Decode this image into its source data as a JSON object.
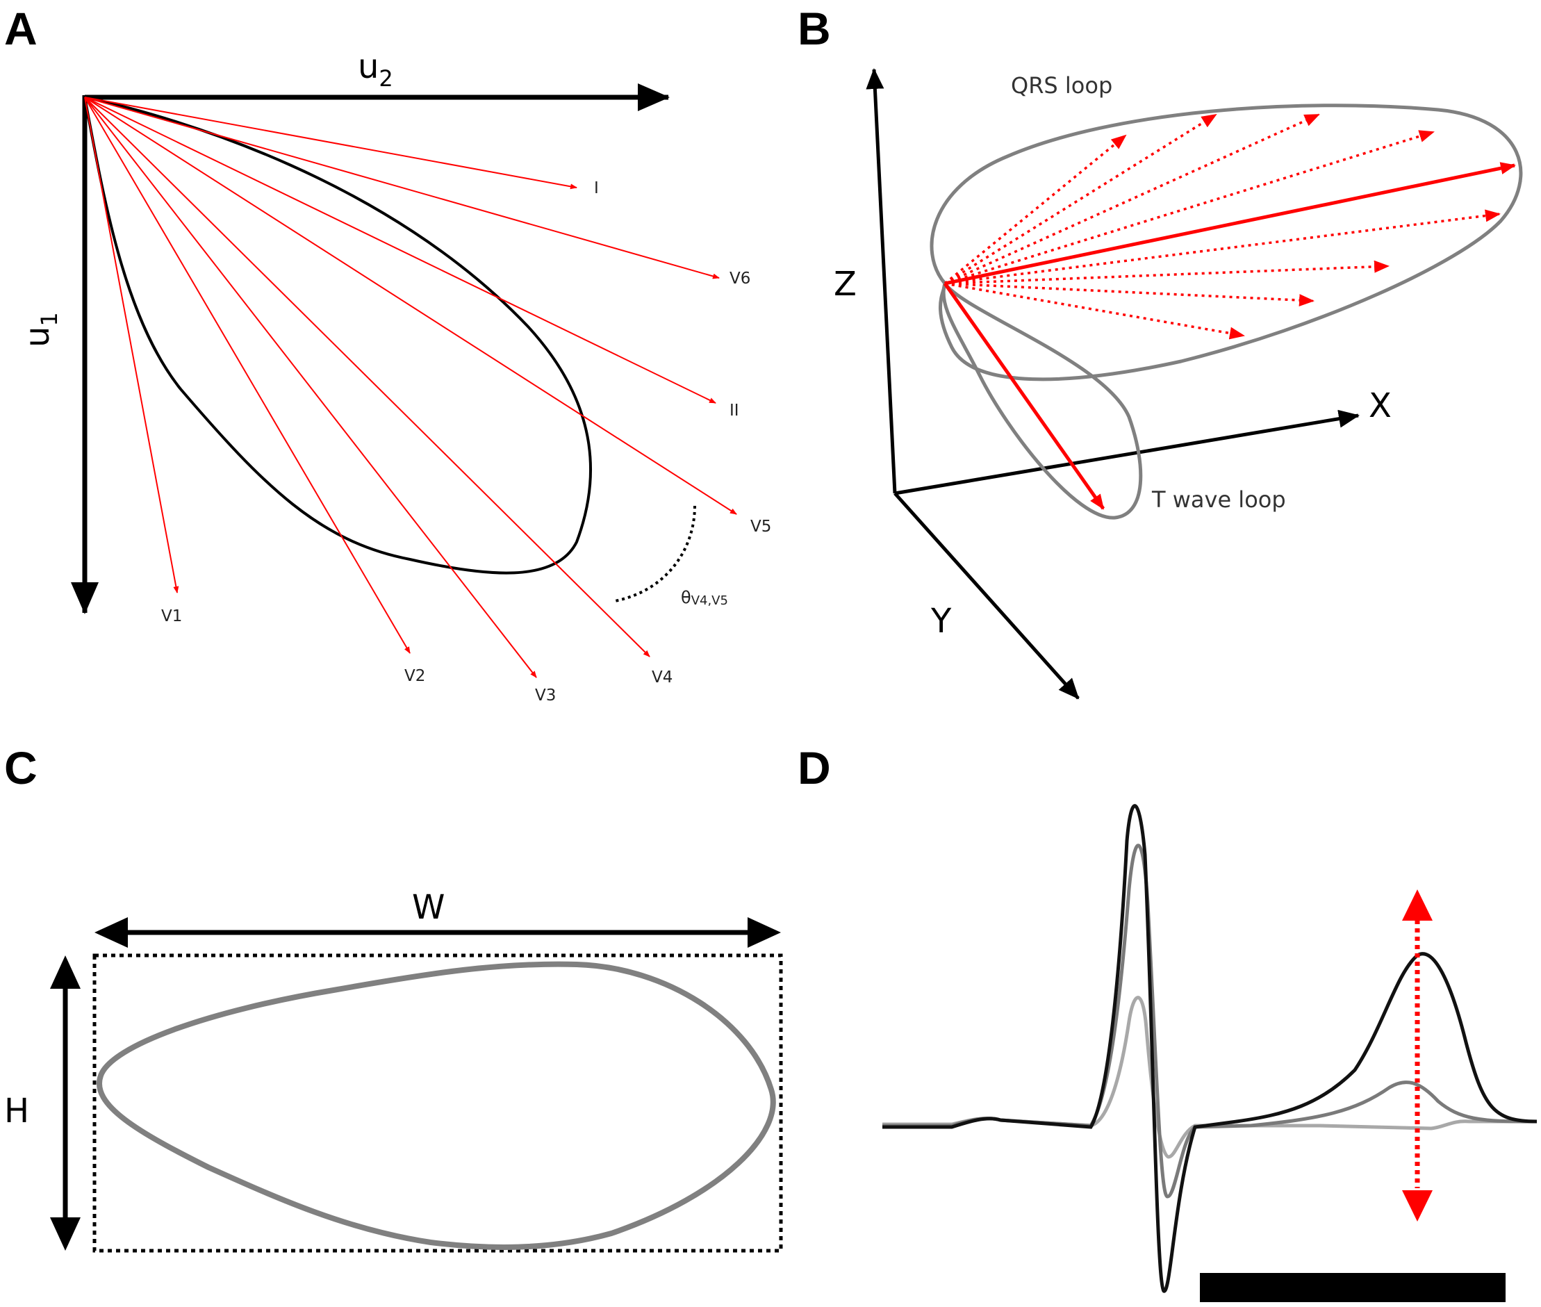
{
  "panels": {
    "a": {
      "letter": "A",
      "axis_u2": "u",
      "axis_u2_sub": "2",
      "axis_u1": "u",
      "axis_u1_sub": "1",
      "leads": [
        "I",
        "V6",
        "II",
        "V5",
        "V4",
        "V3",
        "V2",
        "V1"
      ],
      "angle_label": "θ",
      "angle_sub": "V4,V5"
    },
    "b": {
      "letter": "B",
      "qrs_label": "QRS loop",
      "t_label": "T wave loop",
      "axis_x": "X",
      "axis_y": "Y",
      "axis_z": "Z"
    },
    "c": {
      "letter": "C",
      "width_label": "W",
      "height_label": "H"
    },
    "d": {
      "letter": "D"
    }
  },
  "colors": {
    "vector": "#ff0000",
    "loop": "#808080",
    "trace_dark": "#111111",
    "trace_mid": "#7a7a7a",
    "trace_light": "#a8a8a8"
  }
}
